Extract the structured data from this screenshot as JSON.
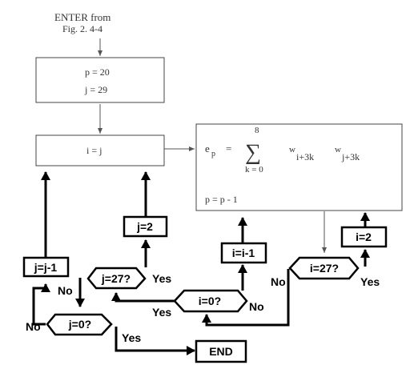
{
  "entry": {
    "line1": "ENTER from",
    "line2": "Fig. 2. 4-4"
  },
  "init_box": {
    "p_assign": "p = 20",
    "j_assign": "j = 29"
  },
  "i_box": {
    "assign": "i = j"
  },
  "compute_box": {
    "e_sym": "e",
    "e_sub": "p",
    "eq": "=",
    "upper": "8",
    "sigma": "∑",
    "lower": "k = 0",
    "w1": "w",
    "w1_sub": "i+3k",
    "w2": "w",
    "w2_sub": "j+3k",
    "decrement": "p = p - 1"
  },
  "process_boxes": {
    "j_eq_2": "j=2",
    "j_dec": "j=j-1",
    "i_dec": "i=i-1",
    "i_eq_2": "i=2",
    "end": "END"
  },
  "decisions": {
    "j27": "j=27?",
    "j0": "j=0?",
    "i0": "i=0?",
    "i27": "i=27?"
  },
  "branch_labels": {
    "j27_yes": "Yes",
    "j27_no": "No",
    "j0_yes": "Yes",
    "j0_no": "No",
    "i0_yes": "Yes",
    "i0_no": "No",
    "i27_yes": "Yes",
    "i27_no": "No"
  }
}
